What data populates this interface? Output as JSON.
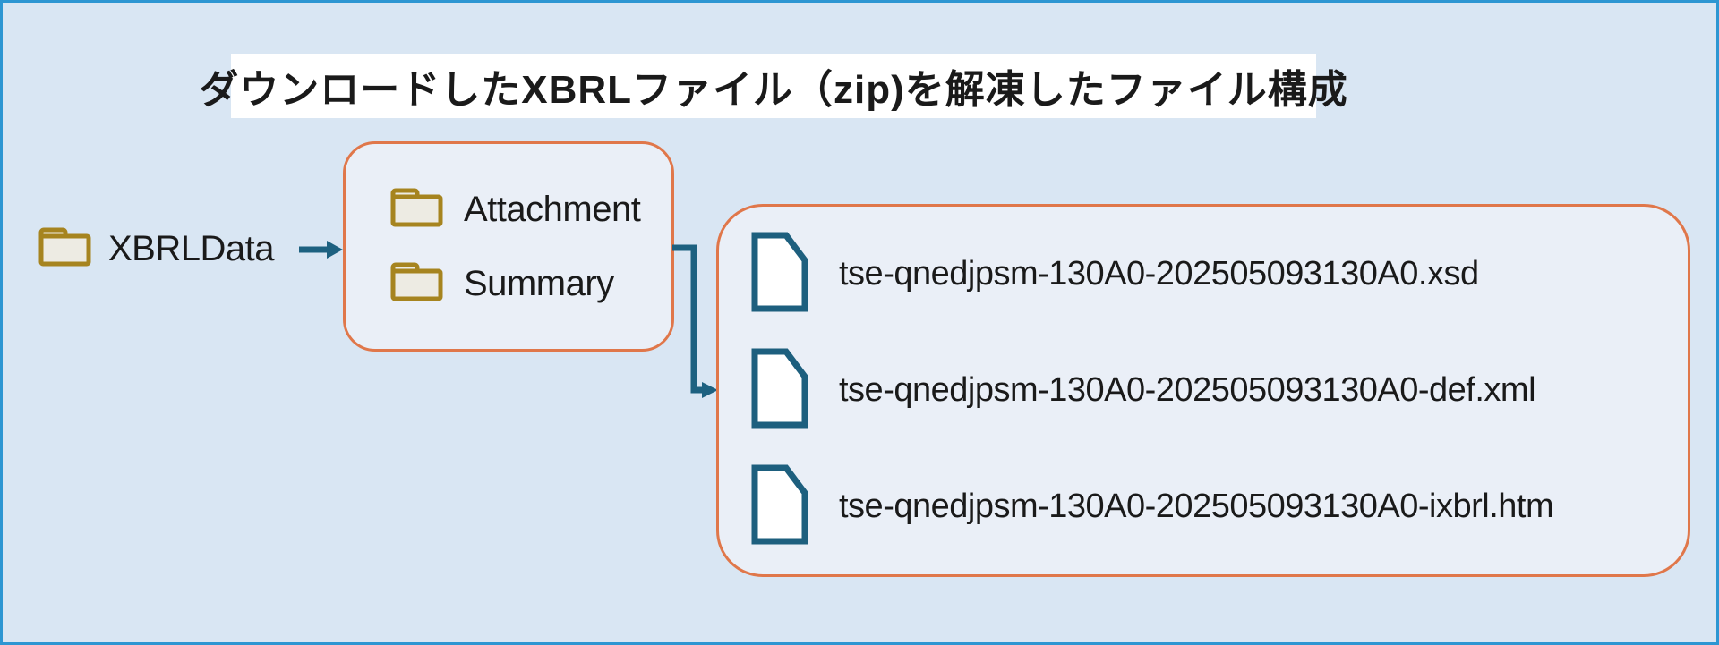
{
  "title": "ダウンロードしたXBRLファイル（zip)を解凍したファイル構成",
  "colors": {
    "canvas_background": "#d9e6f3",
    "canvas_border_blue": "#2d96d2",
    "box_border_orange": "#e0774a",
    "box_fill": "#eaeff7",
    "folder_gold": "#a6841f",
    "folder_fill": "#edebe3",
    "connector_teal": "#1d6180",
    "text": "#1a1a1a",
    "title_background": "#ffffff"
  },
  "root_folder": {
    "label": "XBRLData",
    "icon": "folder-icon"
  },
  "folders_box": {
    "items": [
      {
        "label": "Attachment",
        "icon": "folder-icon"
      },
      {
        "label": "Summary",
        "icon": "folder-icon"
      }
    ]
  },
  "files_box": {
    "items": [
      {
        "name": "tse-qnedjpsm-130A0-202505093130A0.xsd",
        "icon": "file-icon"
      },
      {
        "name": "tse-qnedjpsm-130A0-202505093130A0-def.xml",
        "icon": "file-icon"
      },
      {
        "name": "tse-qnedjpsm-130A0-202505093130A0-ixbrl.htm",
        "icon": "file-icon"
      }
    ]
  }
}
